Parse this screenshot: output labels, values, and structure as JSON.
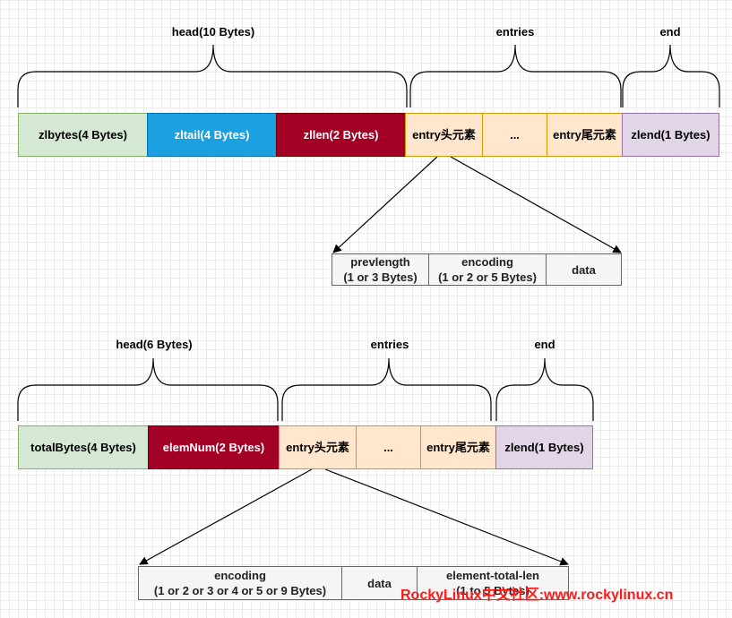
{
  "diagram1": {
    "braces": {
      "head": "head(10 Bytes)",
      "entries": "entries",
      "end": "end"
    },
    "cells": {
      "zlbytes": "zlbytes(4 Bytes)",
      "zltail": "zltail(4 Bytes)",
      "zllen": "zllen(2 Bytes)",
      "entry_head": "entry头元素",
      "ellipsis": "...",
      "entry_tail": "entry尾元素",
      "zlend": "zlend(1 Bytes)"
    },
    "entry_detail": {
      "prevlength": {
        "line1": "prevlength",
        "line2": "(1 or 3 Bytes)"
      },
      "encoding": {
        "line1": "encoding",
        "line2": "(1 or 2 or 5 Bytes)"
      },
      "data": "data"
    }
  },
  "diagram2": {
    "braces": {
      "head": "head(6 Bytes)",
      "entries": "entries",
      "end": "end"
    },
    "cells": {
      "total_bytes": "totalBytes(4 Bytes)",
      "elem_num": "elemNum(2 Bytes)",
      "entry_head": "entry头元素",
      "ellipsis": "...",
      "entry_tail": "entry尾元素",
      "zlend": "zlend(1 Bytes)"
    },
    "entry_detail": {
      "encoding": {
        "line1": "encoding",
        "line2": "(1 or 2 or 3 or 4 or 5 or 9 Bytes)"
      },
      "data": "data",
      "element_total_len": {
        "line1": "element-total-len",
        "line2": "(1 to 5 Bytes)"
      }
    }
  },
  "watermark": "RockyLinux中文社区:www.rockylinux.cn"
}
